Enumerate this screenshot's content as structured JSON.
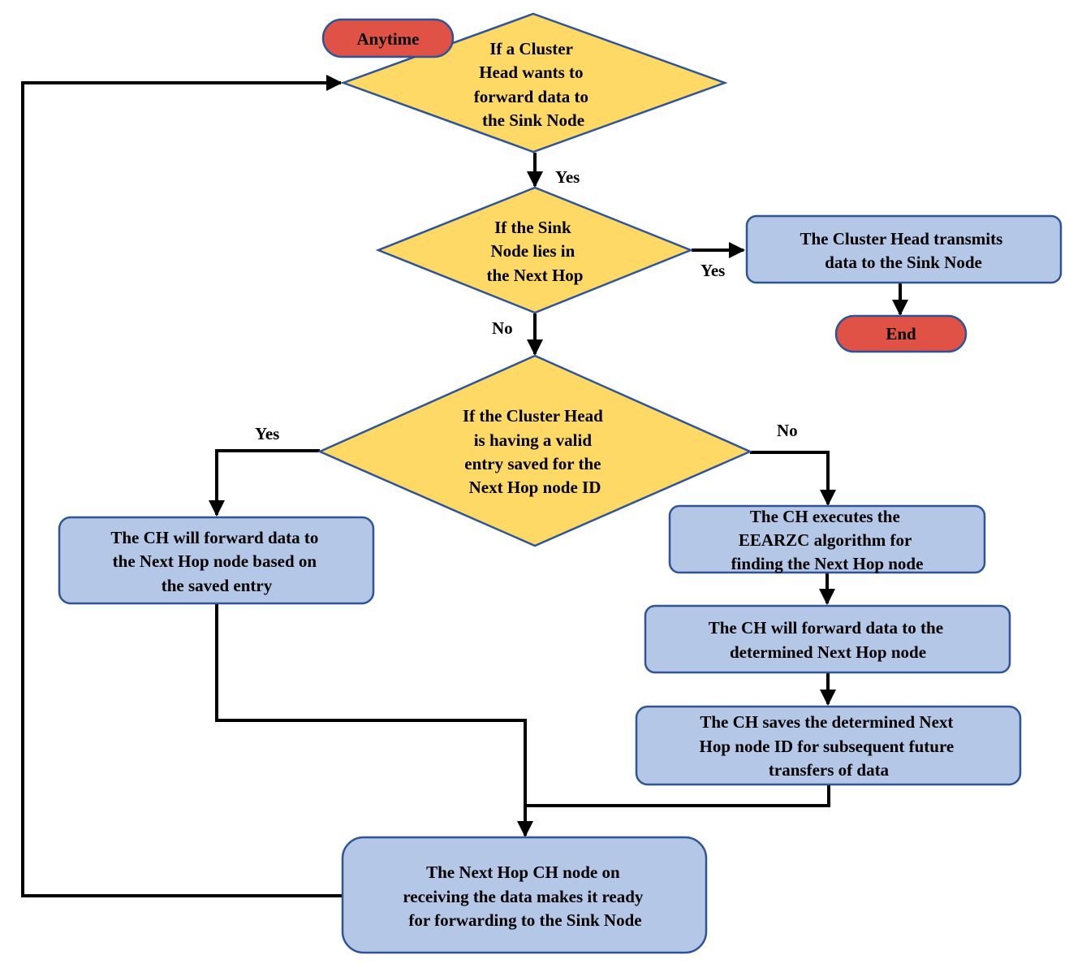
{
  "colors": {
    "decision_fill": "#ffd966",
    "process_fill": "#b4c7e7",
    "terminal_fill": "#e05246",
    "border": "#2f5597",
    "connector": "#000000"
  },
  "nodes": {
    "start": {
      "shape": "terminal",
      "text": [
        "Anytime"
      ]
    },
    "decision1": {
      "shape": "decision",
      "text": [
        "If a Cluster",
        "Head wants to",
        "forward data to",
        "the Sink Node"
      ]
    },
    "decision2": {
      "shape": "decision",
      "text": [
        "If the Sink",
        "Node lies in",
        "the Next Hop"
      ]
    },
    "transmit": {
      "shape": "process",
      "text": [
        "The Cluster Head transmits",
        "data to the Sink Node"
      ]
    },
    "end": {
      "shape": "terminal",
      "text": [
        "End"
      ]
    },
    "decision3": {
      "shape": "decision",
      "text": [
        "If the Cluster Head",
        "is having a valid",
        "entry saved for the",
        "Next Hop node ID"
      ]
    },
    "forward_saved": {
      "shape": "process",
      "text": [
        "The CH will forward data to",
        "the Next Hop node based on",
        "the saved entry"
      ]
    },
    "execute_eearzc": {
      "shape": "process",
      "text": [
        "The CH executes the",
        "EEARZC algorithm for",
        "finding the Next Hop node"
      ]
    },
    "forward_determined": {
      "shape": "process",
      "text": [
        "The CH will forward data to the",
        "determined Next Hop node"
      ]
    },
    "save_id": {
      "shape": "process",
      "text": [
        "The CH saves the determined Next",
        "Hop node ID for subsequent future",
        "transfers of data"
      ]
    },
    "next_hop_ready": {
      "shape": "process",
      "text": [
        "The Next Hop CH node on",
        "receiving the data makes it ready",
        "for forwarding to the Sink Node"
      ]
    }
  },
  "edges": [
    {
      "from": "decision1",
      "to": "decision2",
      "label": "Yes"
    },
    {
      "from": "decision2",
      "to": "transmit",
      "label": "Yes"
    },
    {
      "from": "transmit",
      "to": "end",
      "label": ""
    },
    {
      "from": "decision2",
      "to": "decision3",
      "label": "No"
    },
    {
      "from": "decision3",
      "to": "forward_saved",
      "label": "Yes"
    },
    {
      "from": "decision3",
      "to": "execute_eearzc",
      "label": "No"
    },
    {
      "from": "execute_eearzc",
      "to": "forward_determined",
      "label": ""
    },
    {
      "from": "forward_determined",
      "to": "save_id",
      "label": ""
    },
    {
      "from": "forward_saved",
      "to": "next_hop_ready",
      "label": ""
    },
    {
      "from": "save_id",
      "to": "next_hop_ready",
      "label": ""
    },
    {
      "from": "next_hop_ready",
      "to": "decision1",
      "label": ""
    }
  ],
  "labels": {
    "d1_yes": "Yes",
    "d2_yes": "Yes",
    "d2_no": "No",
    "d3_yes": "Yes",
    "d3_no": "No"
  }
}
